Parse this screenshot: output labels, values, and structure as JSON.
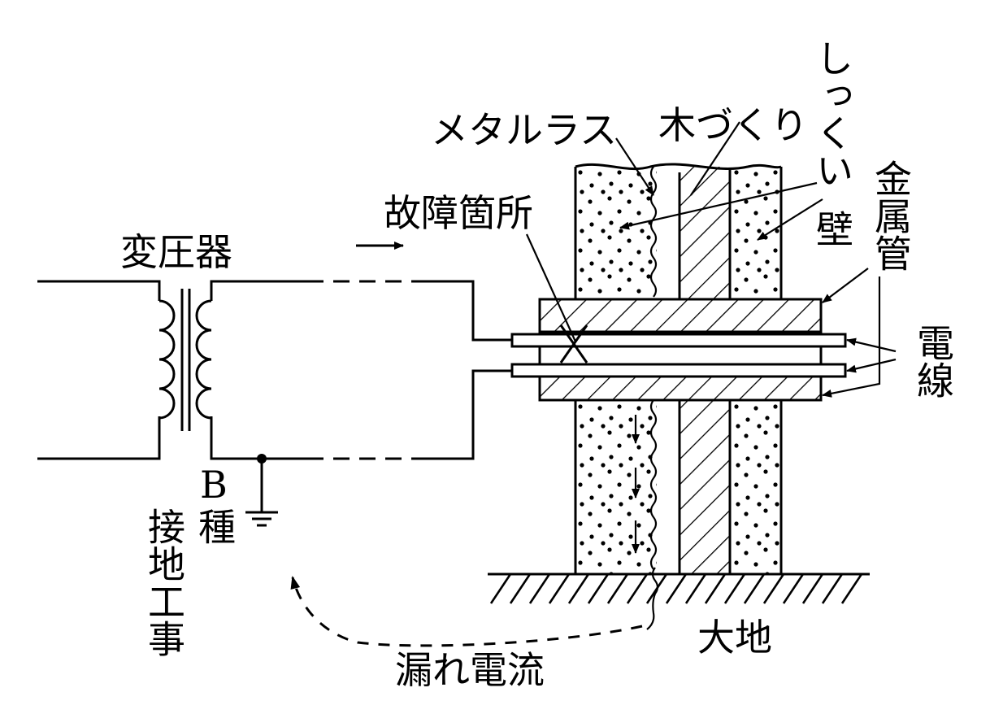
{
  "labels": {
    "transformer": "変圧器",
    "fault_point": "故障箇所",
    "metal_lath": "メタルラス",
    "wooden": "木づくり",
    "plaster_wall_v1": "しっくい",
    "plaster_wall_v2": "壁",
    "metal_pipe": "金属管",
    "wire": "電線",
    "b_letter": "B",
    "type_char": "種",
    "grounding_work": "接地工事",
    "leakage_current": "漏れ電流",
    "earth": "大地"
  }
}
